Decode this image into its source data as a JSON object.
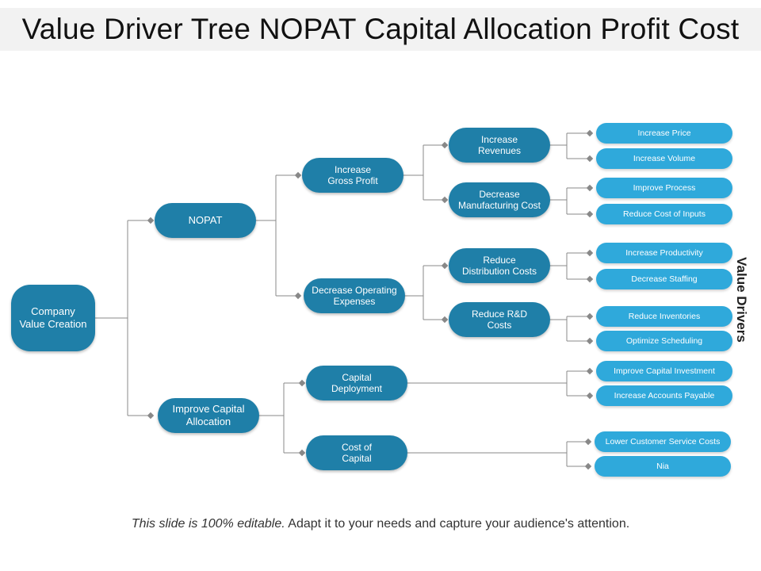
{
  "title": "Value Driver Tree NOPAT Capital Allocation Profit Cost",
  "side_label": "Value Drivers",
  "footer": {
    "italic": "This slide is 100% editable.",
    "rest": " Adapt it to your needs and capture your audience's attention."
  },
  "colors": {
    "dark_node": "#1f7fa8",
    "light_node": "#2fa9db",
    "connector": "#888888"
  },
  "tree": {
    "root": "Company\nValue Creation",
    "level1": [
      "NOPAT",
      "Improve Capital\nAllocation"
    ],
    "level2": [
      "Increase\nGross Profit",
      "Decrease Operating\nExpenses",
      "Capital\nDeployment",
      "Cost of\nCapital"
    ],
    "level3": [
      "Increase\nRevenues",
      "Decrease\nManufacturing Cost",
      "Reduce\nDistribution Costs",
      "Reduce R&D\nCosts"
    ],
    "drivers": [
      "Increase Price",
      "Increase Volume",
      "Improve  Process",
      "Reduce Cost of Inputs",
      "Increase Productivity",
      "Decrease Staffing",
      "Reduce Inventories",
      "Optimize  Scheduling",
      "Improve  Capital Investment",
      "Increase Accounts Payable",
      "Lower Customer Service Costs",
      "Nia"
    ]
  }
}
